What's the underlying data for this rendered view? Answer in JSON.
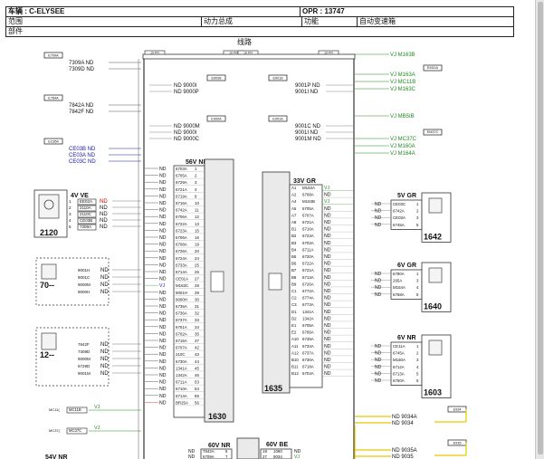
{
  "header": {
    "vehicle_label": "车辆 : C-ELYSEE",
    "opr_label": "OPR : 13747",
    "scope_label": "范围",
    "assembly_label": "动力总成",
    "function_label": "功能",
    "function_value": "自动变速箱",
    "part_label": "部件"
  },
  "section_title": "线路",
  "colors": {
    "line": "#333333",
    "red": "#cc0000",
    "blue": "#1a1aa8",
    "green": "#1f8a1f",
    "yellow": "#e6c800"
  },
  "diagram": {
    "top_tabs": [
      "10 PR",
      "10 PR",
      "10 PR",
      "10 PR"
    ],
    "left_tags": [
      {
        "id": "E700A",
        "lines": [
          "7309A ND",
          "7309D ND"
        ]
      },
      {
        "id": "E784A",
        "lines": [
          "7842A ND",
          "7842F ND"
        ]
      },
      {
        "id": "EC854",
        "lines": [
          "CE03B ND",
          "CE03A ND",
          "CE03C ND"
        ]
      }
    ],
    "mid_tags": [
      {
        "id": "E9098",
        "lines": [
          "ND 9000I",
          "ND 9000P"
        ]
      },
      {
        "id": "E900A",
        "lines": [
          "ND 9000M",
          "ND 9000I",
          "ND 9000C"
        ]
      },
      {
        "id": "E9018",
        "lines": [
          "9001P ND",
          "9001I ND"
        ]
      },
      {
        "id": "E901A",
        "lines": [
          "9001C ND",
          "9001I ND",
          "9001M ND"
        ]
      }
    ],
    "right_groups": [
      {
        "lines": [
          "VJ M163B"
        ]
      },
      {
        "id": "EM11A",
        "lines": [
          "VJ M163A",
          "VJ MC11B",
          "VJ M163C"
        ]
      },
      {
        "lines": [
          "VJ MB5IB"
        ]
      },
      {
        "id": "EM37C",
        "lines": [
          "VJ MC37C",
          "VJ M160A",
          "VJ M164A"
        ]
      }
    ],
    "component_2120": {
      "title": "4V VE",
      "number": "2120",
      "pins": [
        {
          "n": "1",
          "wire": "EE02A",
          "c": "ND"
        },
        {
          "n": "2",
          "wire": "2110A",
          "c": "ND"
        },
        {
          "n": "3",
          "wire": "2110C",
          "c": "ND"
        },
        {
          "n": "4",
          "wire": "CE03B",
          "c": "ND"
        },
        {
          "n": "5",
          "wire": "7309A",
          "c": "ND"
        }
      ]
    },
    "component_70": {
      "number": "70--",
      "pins": [
        {
          "w": "9001H",
          "c": "ND"
        },
        {
          "w": "9001C",
          "c": "ND"
        },
        {
          "w": "9000M",
          "c": "ND"
        },
        {
          "w": "9000H",
          "c": "ND"
        }
      ]
    },
    "component_12": {
      "number": "12--",
      "pins": [
        {
          "w": "7842F",
          "c": "ND"
        },
        {
          "w": "7309D",
          "c": "ND"
        },
        {
          "w": "9000M",
          "c": "ND"
        },
        {
          "w": "6729D",
          "c": "ND"
        },
        {
          "w": "9001M",
          "c": "ND"
        }
      ]
    },
    "connector_1630": {
      "title": "56V NR",
      "number": "1630",
      "rows": [
        {
          "c": "ND",
          "w": "6703A",
          "n": "1"
        },
        {
          "c": "ND",
          "w": "6705A",
          "n": "2"
        },
        {
          "c": "ND",
          "w": "6729A",
          "n": "3"
        },
        {
          "c": "ND",
          "w": "6721A",
          "n": "4"
        },
        {
          "c": "ND",
          "w": "6719A",
          "n": "9"
        },
        {
          "c": "ND",
          "w": "6716A",
          "n": "10"
        },
        {
          "c": "ND",
          "w": "6742A",
          "n": "11"
        },
        {
          "c": "ND",
          "w": "6706A",
          "n": "12"
        },
        {
          "c": "ND",
          "w": "6722A",
          "n": "13"
        },
        {
          "c": "ND",
          "w": "6723A",
          "n": "15"
        },
        {
          "c": "ND",
          "w": "6706A",
          "n": "16"
        },
        {
          "c": "ND",
          "w": "6708A",
          "n": "19"
        },
        {
          "c": "ND",
          "w": "6726A",
          "n": "20"
        },
        {
          "c": "ND",
          "w": "6724A",
          "n": "24"
        },
        {
          "c": "ND",
          "w": "6733A",
          "n": "25"
        },
        {
          "c": "ND",
          "w": "6714A",
          "n": "26"
        },
        {
          "c": "ND",
          "w": "CE01A",
          "n": "27"
        },
        {
          "c": "VJ",
          "w": "M163C",
          "n": "28"
        },
        {
          "c": "ND",
          "w": "9001H",
          "n": "29"
        },
        {
          "c": "ND",
          "w": "9000H",
          "n": "30"
        },
        {
          "c": "ND",
          "w": "6735A",
          "n": "31"
        },
        {
          "c": "ND",
          "w": "6736A",
          "n": "32"
        },
        {
          "c": "ND",
          "w": "6737A",
          "n": "33"
        },
        {
          "c": "ND",
          "w": "6701A",
          "n": "34"
        },
        {
          "c": "ND",
          "w": "6702A",
          "n": "35"
        },
        {
          "c": "ND",
          "w": "6715A",
          "n": "37"
        },
        {
          "c": "ND",
          "w": "6707A",
          "n": "42"
        },
        {
          "c": "ND",
          "w": "210C",
          "n": "43"
        },
        {
          "c": "ND",
          "w": "6730A",
          "n": "44"
        },
        {
          "c": "ND",
          "w": "1341A",
          "n": "45"
        },
        {
          "c": "ND",
          "w": "1342A",
          "n": "46"
        },
        {
          "c": "ND",
          "w": "6711A",
          "n": "53"
        },
        {
          "c": "ND",
          "w": "6710A",
          "n": "54"
        },
        {
          "c": "ND",
          "w": "6714A",
          "n": "55"
        },
        {
          "c": "ND",
          "w": "BR25A",
          "n": "56"
        }
      ]
    },
    "connector_1635": {
      "title": "33V GR",
      "number": "1635",
      "rows": [
        {
          "p": "A1",
          "w": "M163A",
          "c": "VJ"
        },
        {
          "p": "A2",
          "w": "6708A",
          "c": "ND"
        },
        {
          "p": "A4",
          "w": "M163B",
          "c": "VJ"
        },
        {
          "p": "A5",
          "w": "6705A",
          "c": "ND"
        },
        {
          "p": "A7",
          "w": "6707A",
          "c": "ND"
        },
        {
          "p": "A8",
          "w": "6721A",
          "c": "ND"
        },
        {
          "p": "B1",
          "w": "6710A",
          "c": "ND"
        },
        {
          "p": "B2",
          "w": "6723A",
          "c": "ND"
        },
        {
          "p": "B3",
          "w": "6703A",
          "c": "ND"
        },
        {
          "p": "B4",
          "w": "6711A",
          "c": "ND"
        },
        {
          "p": "B5",
          "w": "6720A",
          "c": "ND"
        },
        {
          "p": "B6",
          "w": "6722A",
          "c": "ND"
        },
        {
          "p": "B7",
          "w": "6721A",
          "c": "ND"
        },
        {
          "p": "B8",
          "w": "6713A",
          "c": "ND"
        },
        {
          "p": "B9",
          "w": "6726A",
          "c": "ND"
        },
        {
          "p": "C1",
          "w": "6772A",
          "c": "ND"
        },
        {
          "p": "C2",
          "w": "6774A",
          "c": "ND"
        },
        {
          "p": "C3",
          "w": "6773A",
          "c": "ND"
        },
        {
          "p": "D1",
          "w": "1341A",
          "c": "ND"
        },
        {
          "p": "D2",
          "w": "1342A",
          "c": "ND"
        },
        {
          "p": "E1",
          "w": "6705A",
          "c": "ND"
        },
        {
          "p": "E2",
          "w": "6706A",
          "c": "ND"
        },
        {
          "p": "A10",
          "w": "6735A",
          "c": "ND"
        },
        {
          "p": "A11",
          "w": "6734A",
          "c": "ND"
        },
        {
          "p": "A12",
          "w": "6737A",
          "c": "ND"
        },
        {
          "p": "B10",
          "w": "6730A",
          "c": "ND"
        },
        {
          "p": "B11",
          "w": "6718A",
          "c": "ND"
        },
        {
          "p": "B12",
          "w": "6704A",
          "c": "ND"
        }
      ]
    },
    "connector_1642": {
      "title": "5V GR",
      "number": "1642",
      "rows": [
        {
          "w": "CE03C",
          "n": "1"
        },
        {
          "w": "6742A",
          "n": "2"
        },
        {
          "w": "CE03A",
          "n": "3"
        },
        {
          "w": "6745A",
          "n": "5"
        }
      ]
    },
    "connector_1640": {
      "title": "6V GR",
      "number": "1640",
      "rows": [
        {
          "w": "6780A",
          "n": "1"
        },
        {
          "w": "265A",
          "n": "3"
        },
        {
          "w": "M164A",
          "n": "4"
        },
        {
          "w": "6768A",
          "n": "5"
        }
      ]
    },
    "connector_1603": {
      "title": "6V NR",
      "number": "1603",
      "rows": [
        {
          "w": "CE11A",
          "n": "1"
        },
        {
          "w": "6745A",
          "n": "2"
        },
        {
          "w": "M160A",
          "n": "3"
        },
        {
          "w": "6712A",
          "n": "4"
        },
        {
          "w": "6713A",
          "n": "5"
        },
        {
          "w": "6750A",
          "n": "6"
        }
      ]
    },
    "bottom_left": [
      {
        "id": "MC11",
        "wire": "MC11B",
        "c": "VJ"
      },
      {
        "id": "MC37",
        "wire": "MC37C",
        "c": "VJ"
      }
    ],
    "bottom_left_title": "54V NR",
    "bottom_mid": {
      "title": "60V NR",
      "rows": [
        {
          "c": "ND",
          "w": "7842A",
          "n": "5"
        },
        {
          "c": "ND",
          "w": "6709A",
          "n": "7"
        }
      ]
    },
    "bottom_mid2": {
      "title": "60V BE",
      "rows": [
        {
          "n": "19",
          "w": "1060",
          "c": "ND"
        },
        {
          "n": "27",
          "w": "9034",
          "c": "VJ"
        }
      ]
    },
    "bottom_right": [
      {
        "id": "E934",
        "lines": [
          "ND 9034A",
          "ND 9034"
        ]
      },
      {
        "id": "E935",
        "lines": [
          "ND 9035A",
          "ND 9035"
        ]
      }
    ]
  }
}
